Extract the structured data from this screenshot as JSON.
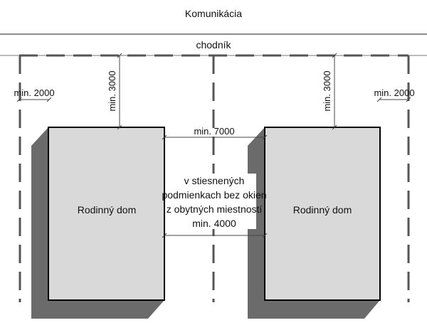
{
  "road_label": "Komunikácia",
  "sidewalk_label": "chodník",
  "houses": [
    {
      "label": "Rodinný dom"
    },
    {
      "label": "Rodinný dom"
    }
  ],
  "dimensions": {
    "side_left": "min. 2000",
    "side_right": "min. 2000",
    "front_left": "min. 3000",
    "front_right": "min. 3000",
    "between_houses": "min. 7000",
    "note_lines": [
      "v stiesnených",
      "podmienkach bez okien",
      "z obytných miestností",
      "min. 4000"
    ]
  },
  "colors": {
    "house_fill": "#d9d9d9",
    "shadow": "#6b6b6b",
    "outline": "#000000",
    "dashed": "#555555",
    "dim_line": "#444444"
  }
}
